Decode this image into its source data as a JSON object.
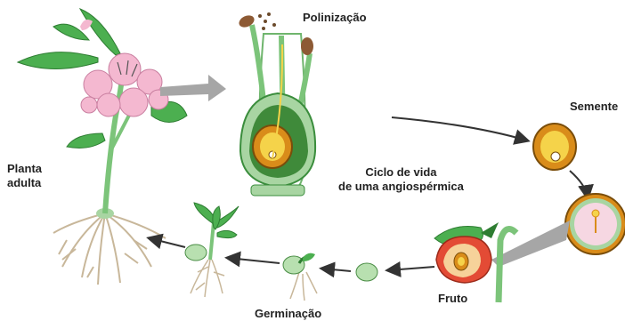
{
  "labels": {
    "polinizacao": "Polinização",
    "semente": "Semente",
    "planta_line1": "Planta",
    "planta_line2": "adulta",
    "ciclo_line1": "Ciclo de vida",
    "ciclo_line2": "de uma angiospérmica",
    "fruto": "Fruto",
    "germinacao": "Germinação"
  },
  "colors": {
    "stem": "#7cc47a",
    "leaf": "#4caf50",
    "leaf_dark": "#2e7d32",
    "flower": "#f4b8d0",
    "seed_coat": "#d98c1a",
    "seed_inner": "#f5d34a",
    "fruit": "#e34b35",
    "root": "#c8b79a",
    "arrow": "#333333",
    "gray_arrow": "#a6a6a6"
  }
}
